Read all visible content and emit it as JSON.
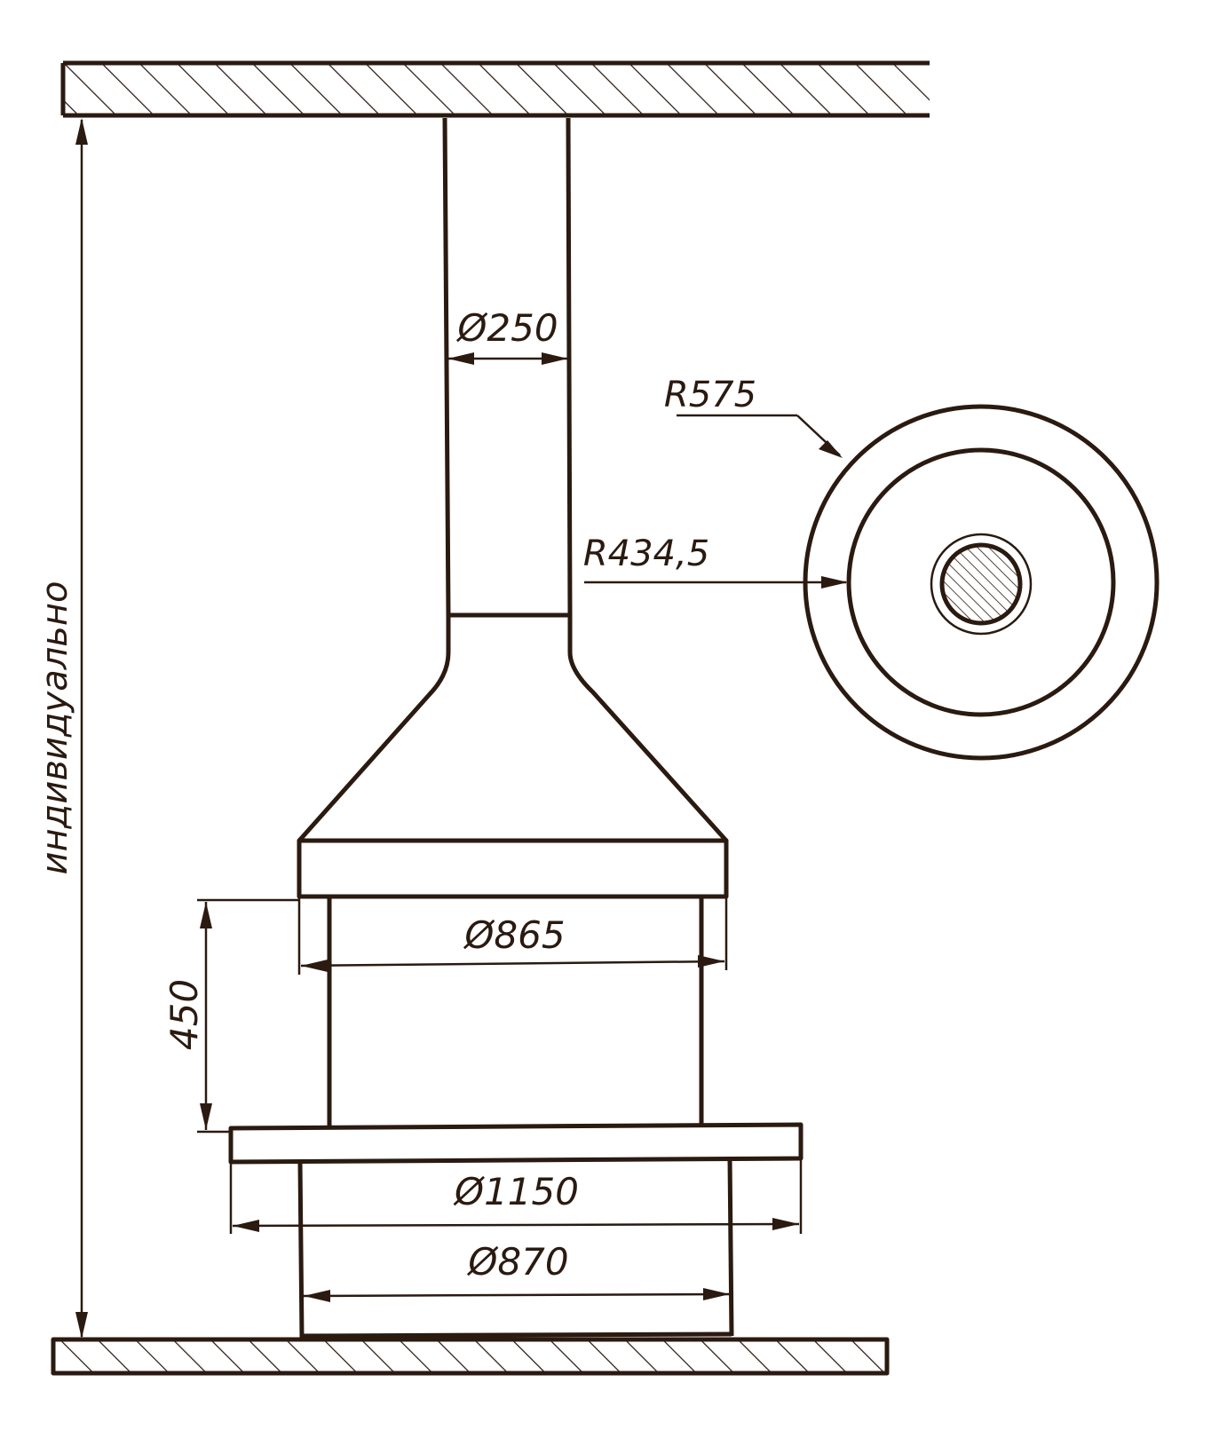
{
  "drawing": {
    "colors": {
      "line": "#2a1a10",
      "background": "#ffffff"
    },
    "labels": {
      "height_dimension": "индивидуально",
      "pipe_diameter": "Ø250",
      "outer_radius": "R575",
      "inner_radius": "R434,5",
      "firebox_diameter": "Ø865",
      "firebox_height": "450",
      "hearth_diameter": "Ø1150",
      "base_diameter": "Ø870"
    }
  }
}
